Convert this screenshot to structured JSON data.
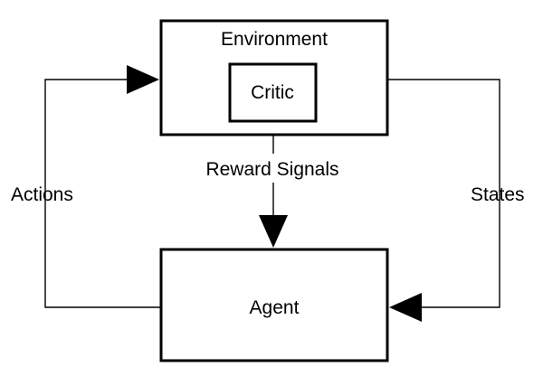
{
  "diagram": {
    "environment_label": "Environment",
    "critic_label": "Critic",
    "reward_label": "Reward Signals",
    "actions_label": "Actions",
    "states_label": "States",
    "agent_label": "Agent"
  }
}
